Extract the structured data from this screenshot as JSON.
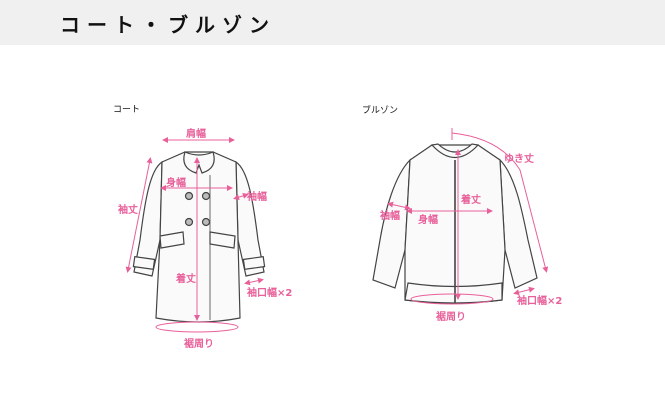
{
  "header": {
    "title": "コート・ブルゾン"
  },
  "colors": {
    "accent": "#e8609a",
    "line": "#444444",
    "header_bg": "#f0f0f0"
  },
  "coat": {
    "title": "コート",
    "labels": {
      "shoulder_width": "肩幅",
      "body_width": "身幅",
      "sleeve_width": "袖幅",
      "sleeve_length": "袖丈",
      "length": "着丈",
      "cuff_width": "袖口幅×2",
      "hem": "裾周り"
    }
  },
  "blouson": {
    "title": "ブルゾン",
    "labels": {
      "yuki_length": "ゆき丈",
      "length": "着丈",
      "sleeve_width": "袖幅",
      "body_width": "身幅",
      "cuff_width": "袖口幅×2",
      "hem": "裾周り"
    }
  }
}
